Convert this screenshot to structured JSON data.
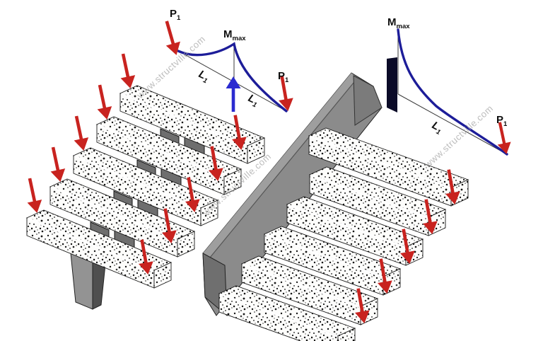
{
  "figure": {
    "watermark": {
      "text": "www.structville.com",
      "color": "#a6a6a6"
    },
    "labels": {
      "load": "P",
      "load_sub": "1",
      "moment": "M",
      "moment_sub": "max",
      "span": "L",
      "span_sub": "1"
    },
    "colors": {
      "load_red": "#c8231f",
      "reaction_blue": "#2b2bd0",
      "moment_blue": "#1d1d99",
      "support_navy": "#0b0b28",
      "wall_gray": "#8b8b8b",
      "wall_light": "#9e9e9e",
      "wall_far_dark": "#7b7b7b",
      "wall_end_dark": "#6f6f6f",
      "column_light": "#939393",
      "column_dark": "#4f4f4f",
      "spine_gray": "#6e6e6e",
      "background": "#ffffff"
    }
  }
}
